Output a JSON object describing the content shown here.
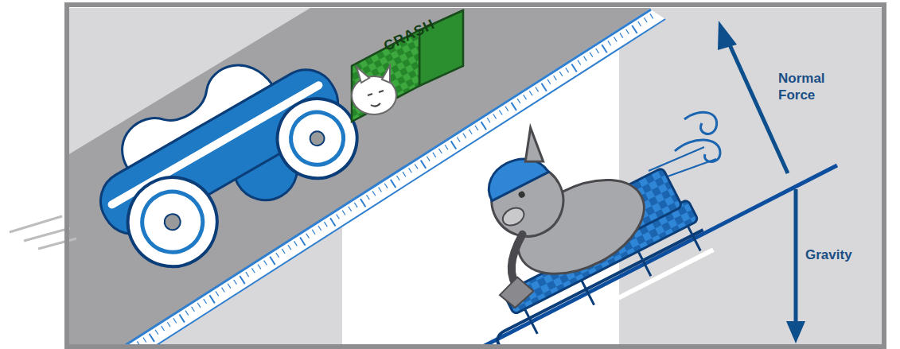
{
  "diagram": {
    "nodes": [
      {
        "text": [
          "CRASH"
        ]
      }
    ],
    "labels": [
      "Normal Force",
      "Gravity"
    ]
  }
}
